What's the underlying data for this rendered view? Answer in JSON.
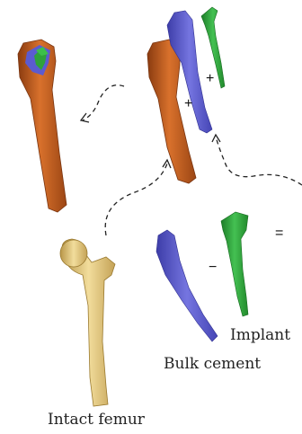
{
  "labels": {
    "intact_femur": "Intact femur",
    "bulk_cement": "Bulk cement",
    "implant": "Implant"
  },
  "operators": {
    "minus_1": "−",
    "equals": "=",
    "plus_1": "+",
    "plus_2": "+"
  },
  "colors": {
    "bone": "#c55c1f",
    "femur": "#e2c77d",
    "cement": "#5b5bd0",
    "implant": "#2fa23a"
  }
}
